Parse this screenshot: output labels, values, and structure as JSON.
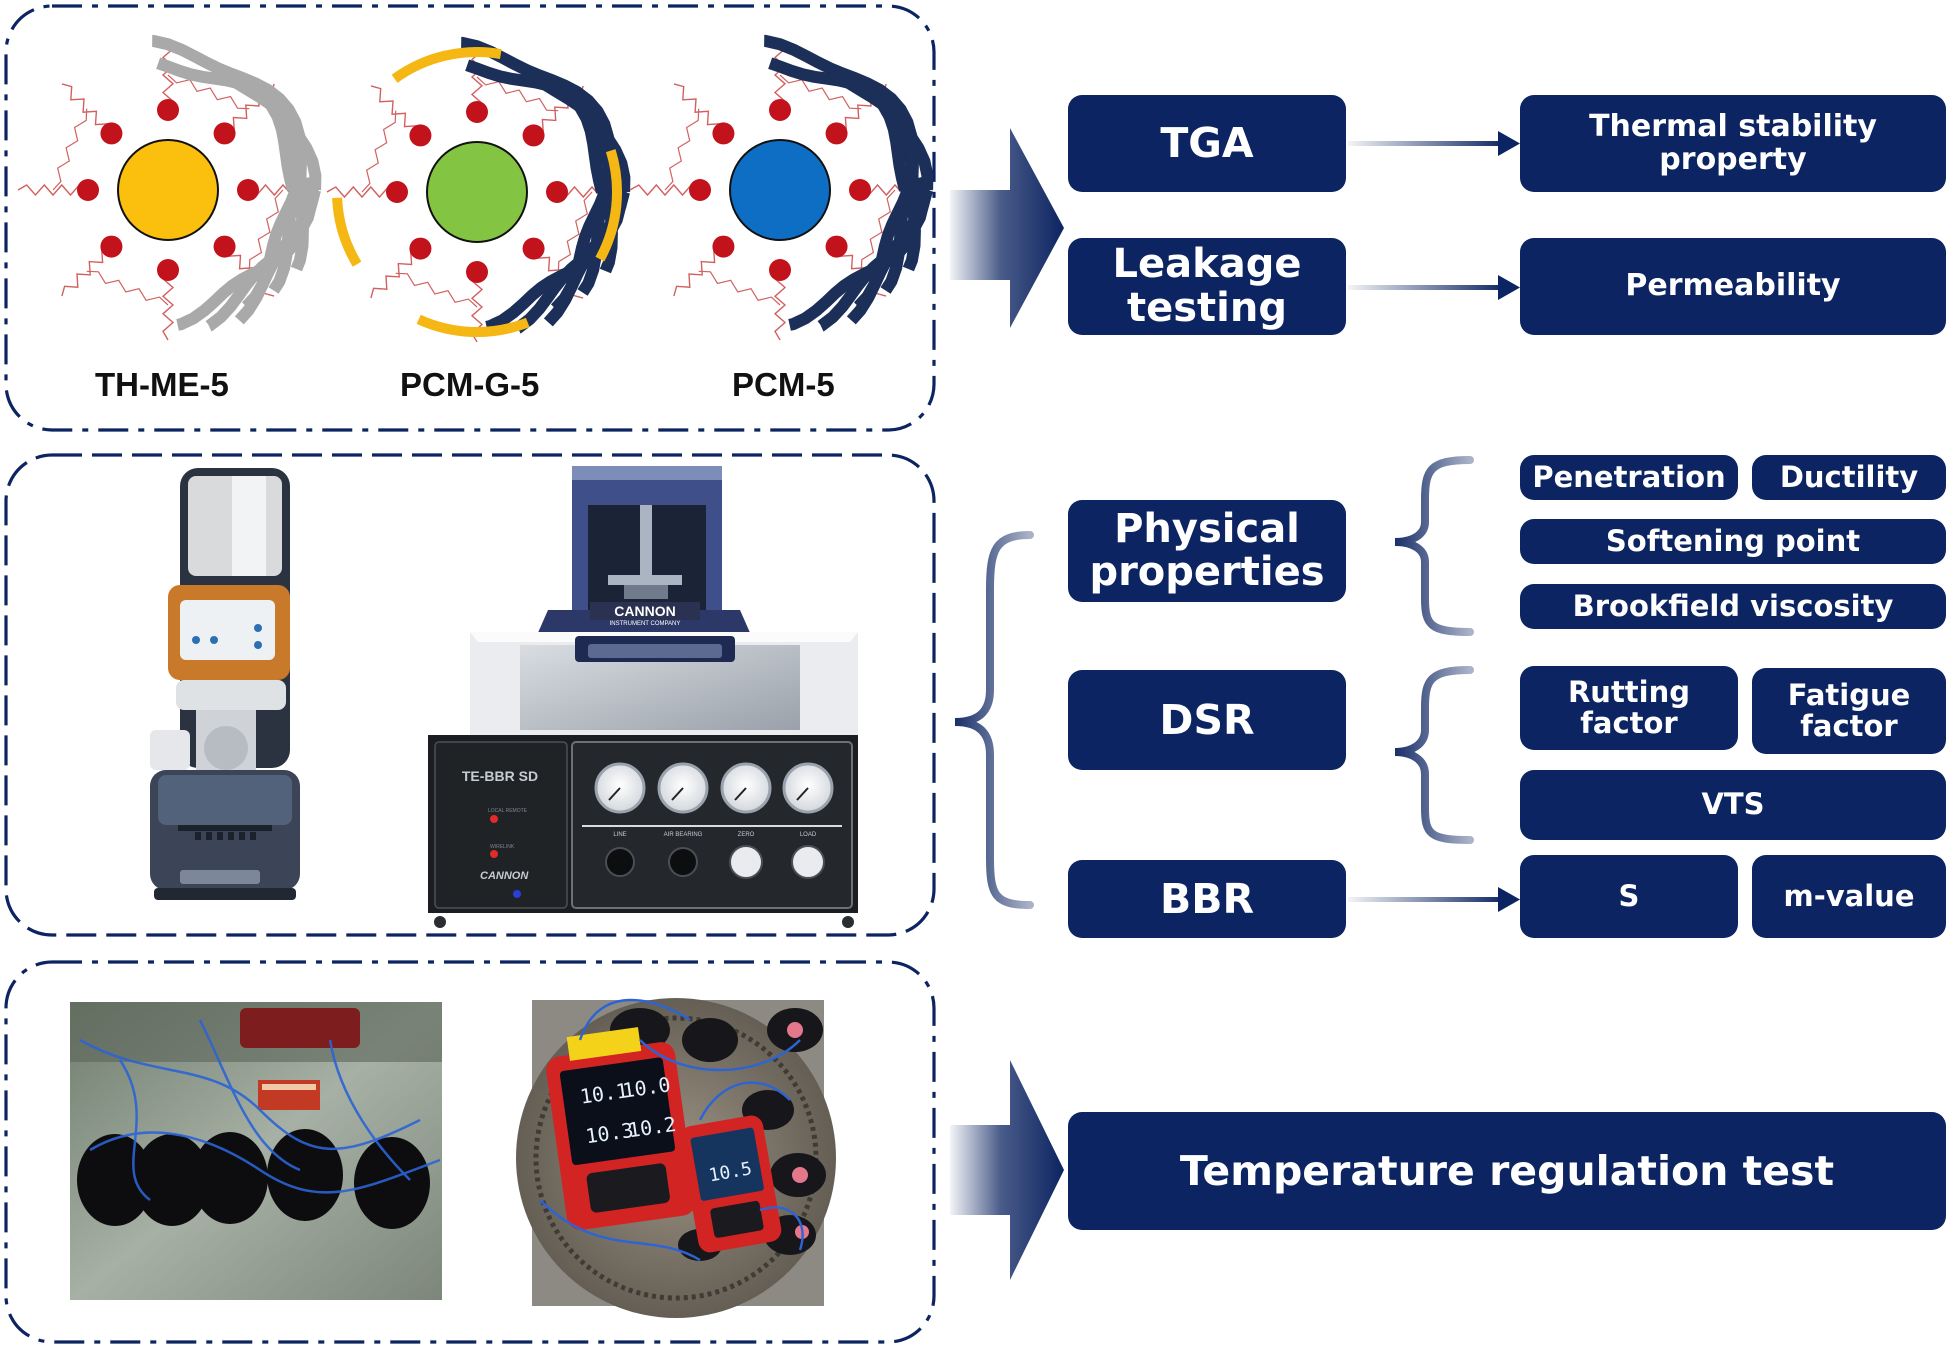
{
  "materials": {
    "items": [
      {
        "label": "TH-ME-5",
        "core_color": "#fbbf0e",
        "shell_color": "#a9a9a9",
        "accent_color": ""
      },
      {
        "label": "PCM-G-5",
        "core_color": "#84c443",
        "shell_color": "#1b2f58",
        "accent_color": "#f5b713"
      },
      {
        "label": "PCM-5",
        "core_color": "#0d6ec3",
        "shell_color": "#1b2f58",
        "accent_color": ""
      }
    ]
  },
  "tests": {
    "tga": "TGA",
    "leakage": [
      "Leakage",
      "testing"
    ],
    "physical": [
      "Physical",
      "properties"
    ],
    "dsr": "DSR",
    "bbr": "BBR",
    "temperature": "Temperature regulation test"
  },
  "results": {
    "thermal_stability": "Thermal stability property",
    "permeability": "Permeability",
    "penetration": "Penetration",
    "ductility": "Ductility",
    "softening_point": "Softening point",
    "brookfield_viscosity": "Brookfield viscosity",
    "rutting_factor": [
      "Rutting",
      "factor"
    ],
    "fatigue_factor": [
      "Fatigue",
      "factor"
    ],
    "vts": "VTS",
    "s": "S",
    "m_value": "m-value"
  },
  "equipment": {
    "dsr_panel_labels": [
      "LINE",
      "AIR BEARING",
      "ZERO",
      "LOAD"
    ],
    "bbr_model": "TE-BBR SD",
    "bbr_brand": "CANNON",
    "bbr_brand_sub": "INSTRUMENT COMPANY",
    "bbr_lamp_labels": [
      "LOCAL REMOTE",
      "WIRELINK"
    ],
    "meter_readings": [
      "10.1",
      "10.0",
      "10.3",
      "10.2",
      "10.5"
    ]
  },
  "colors": {
    "box_fill": "#0c2461",
    "box_text": "#ffffff",
    "arrow": "#0c2461",
    "dash_border": "#0c2461"
  }
}
